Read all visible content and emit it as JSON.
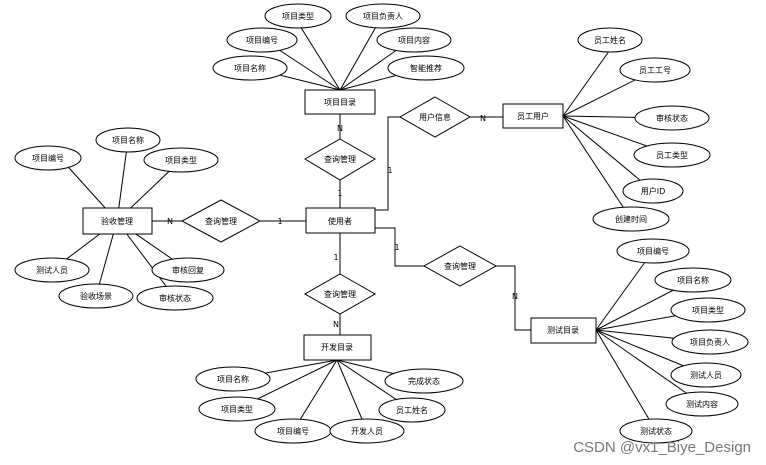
{
  "diagram": {
    "entities": {
      "project_catalog": "项目目录",
      "employee_user": "员工用户",
      "acceptance_management": "验收管理",
      "user": "使用者",
      "test_catalog": "测试目录",
      "dev_catalog": "开发目录"
    },
    "relationships": {
      "query_management_top": "查询管理",
      "user_info": "用户信息",
      "query_management_left": "查询管理",
      "query_management_right": "查询管理",
      "query_management_bottom": "查询管理"
    },
    "attributes": {
      "project_catalog": [
        "项目类型",
        "项目负责人",
        "项目编号",
        "项目内容",
        "项目名称",
        "智能推荐"
      ],
      "employee_user": [
        "员工姓名",
        "员工工号",
        "审核状态",
        "员工类型",
        "用户ID",
        "创建时间"
      ],
      "acceptance_management": [
        "项目名称",
        "项目编号",
        "项目类型",
        "测试人员",
        "审核回复",
        "验收场景",
        "审核状态"
      ],
      "test_catalog": [
        "项目编号",
        "项目名称",
        "项目类型",
        "项目负责人",
        "测试人员",
        "测试内容",
        "测试状态"
      ],
      "dev_catalog": [
        "项目名称",
        "完成状态",
        "项目类型",
        "员工姓名",
        "项目编号",
        "开发人员"
      ]
    },
    "cardinalities": {
      "catalog_n": "N",
      "user_top_1": "1",
      "emp_n": "N",
      "user_right_1": "1",
      "accept_n": "N",
      "user_left_1": "1",
      "user_bottom_1": "1",
      "dev_n": "N",
      "user_rb_1": "1",
      "test_n": "N"
    }
  },
  "watermark": "CSDN @vx1_Biye_Design",
  "colors": {
    "stroke": "#000000",
    "fill": "#ffffff",
    "watermark": "#777777"
  }
}
